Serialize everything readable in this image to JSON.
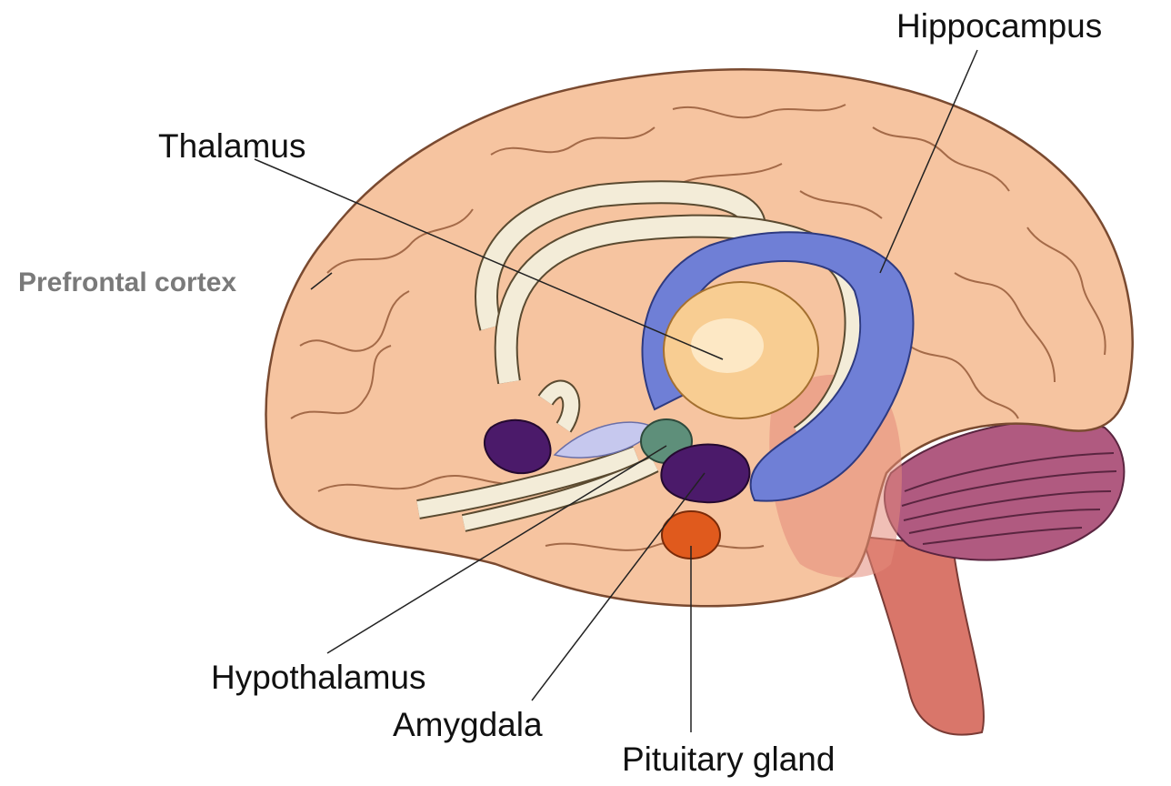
{
  "labels": {
    "hippocampus": "Hippocampus",
    "thalamus": "Thalamus",
    "prefrontal_cortex": "Prefrontal cortex",
    "hypothalamus": "Hypothalamus",
    "amygdala": "Amygdala",
    "pituitary_gland": "Pituitary gland"
  },
  "colors": {
    "cortex": "#f6c4a0",
    "cortex_shadow": "#e7a985",
    "fornix": "#f3ecd8",
    "hippocampus": "#6f7fd6",
    "thalamus": "#f8cd92",
    "hypothalamus": "#5e8f7a",
    "amygdala": "#4b1a6a",
    "pituitary": "#e05a1d",
    "cerebellum": "#b05a80",
    "brainstem": "#d9766a",
    "prefrontal_label": "#7a7a7a"
  }
}
